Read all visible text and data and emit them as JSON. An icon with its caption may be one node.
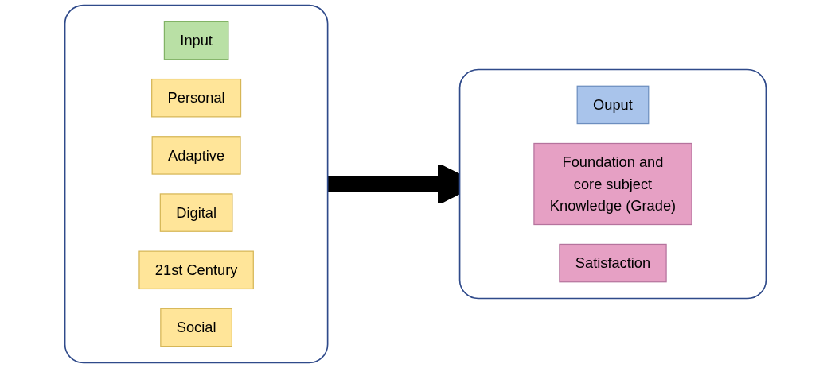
{
  "diagram": {
    "nodes": [
      {
        "text": [],
        "shape": "box"
      },
      {
        "text": [
          "Input"
        ],
        "in": 0
      },
      {
        "text": [
          "Personal"
        ],
        "in": 0
      },
      {
        "text": [
          "Adaptive"
        ],
        "in": 0
      },
      {
        "text": [
          "Digital"
        ],
        "in": 0
      },
      {
        "text": [
          "21st Century"
        ],
        "in": 0
      },
      {
        "text": [
          "Social"
        ],
        "in": 0
      },
      {
        "text": [],
        "shape": "box"
      },
      {
        "text": [
          "Ouput"
        ],
        "in": 7
      },
      {
        "text": [
          "Foundation and core subject Knowledge (Grade)"
        ],
        "in": 7
      },
      {
        "text": [
          "Satisfaction"
        ],
        "in": 7
      }
    ],
    "edges": [
      {
        "from": 0,
        "to": 7,
        "arrow": "to"
      }
    ]
  }
}
